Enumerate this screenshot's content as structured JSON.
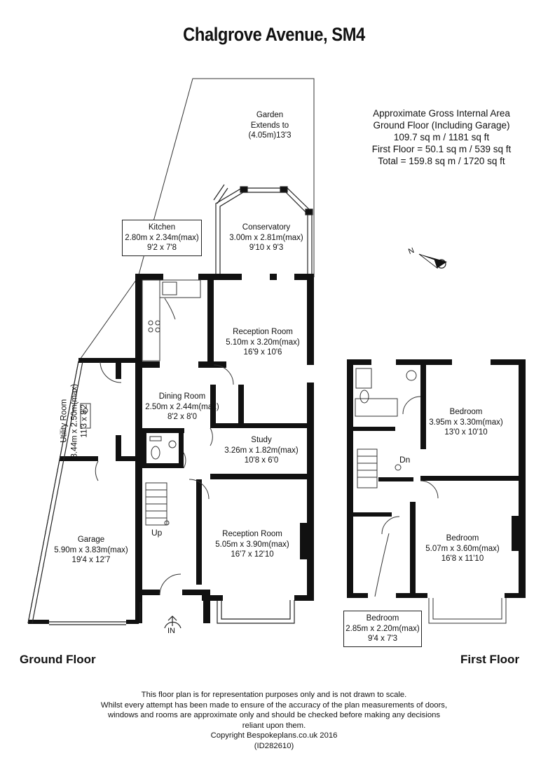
{
  "title": "Chalgrove Avenue, SM4",
  "area": {
    "heading": "Approximate Gross Internal Area",
    "ground_heading": "Ground Floor (Including Garage)",
    "ground_value": "109.7 sq m / 1181 sq ft",
    "first": "First Floor = 50.1 sq m / 539 sq ft",
    "total": "Total = 159.8 sq m / 1720 sq ft"
  },
  "compass": {
    "label": "N"
  },
  "garden": {
    "line1": "Garden",
    "line2": "Extends to",
    "line3": "(4.05m)13'3"
  },
  "rooms": {
    "kitchen": {
      "name": "Kitchen",
      "metric": "2.80m x 2.34m(max)",
      "imperial": "9'2 x 7'8"
    },
    "conservatory": {
      "name": "Conservatory",
      "metric": "3.00m x 2.81m(max)",
      "imperial": "9'10 x 9'3"
    },
    "reception1": {
      "name": "Reception Room",
      "metric": "5.10m x 3.20m(max)",
      "imperial": "16'9 x 10'6"
    },
    "dining": {
      "name": "Dining Room",
      "metric": "2.50m x 2.44m(max)",
      "imperial": "8'2 x 8'0"
    },
    "utility": {
      "name": "Utility Room",
      "metric": "3.44m x 2.50m(max)",
      "imperial": "11'3 x 8'2"
    },
    "study": {
      "name": "Study",
      "metric": "3.26m x 1.82m(max)",
      "imperial": "10'8 x 6'0"
    },
    "garage": {
      "name": "Garage",
      "metric": "5.90m x 3.83m(max)",
      "imperial": "19'4 x 12'7"
    },
    "reception2": {
      "name": "Reception Room",
      "metric": "5.05m x 3.90m(max)",
      "imperial": "16'7 x 12'10"
    },
    "bedroom1": {
      "name": "Bedroom",
      "metric": "3.95m x 3.30m(max)",
      "imperial": "13'0 x 10'10"
    },
    "bedroom2": {
      "name": "Bedroom",
      "metric": "5.07m x 3.60m(max)",
      "imperial": "16'8 x 11'10"
    },
    "bedroom3": {
      "name": "Bedroom",
      "metric": "2.85m x 2.20m(max)",
      "imperial": "9'4 x 7'3"
    }
  },
  "markers": {
    "up": "Up",
    "down": "Dn",
    "entrance": "IN"
  },
  "floors": {
    "ground": "Ground Floor",
    "first": "First Floor"
  },
  "footer": {
    "line1": "This floor plan is for representation purposes only and is not drawn to scale.",
    "line2": "Whilst every attempt has been made to ensure of the accuracy of the plan measurements of doors,",
    "line3": "windows and rooms are approximate only and should be checked before making any decisions",
    "line4": "reliant upon them.",
    "line5": "Copyright Bespokeplans.co.uk 2016",
    "line6": "(ID282610)"
  }
}
